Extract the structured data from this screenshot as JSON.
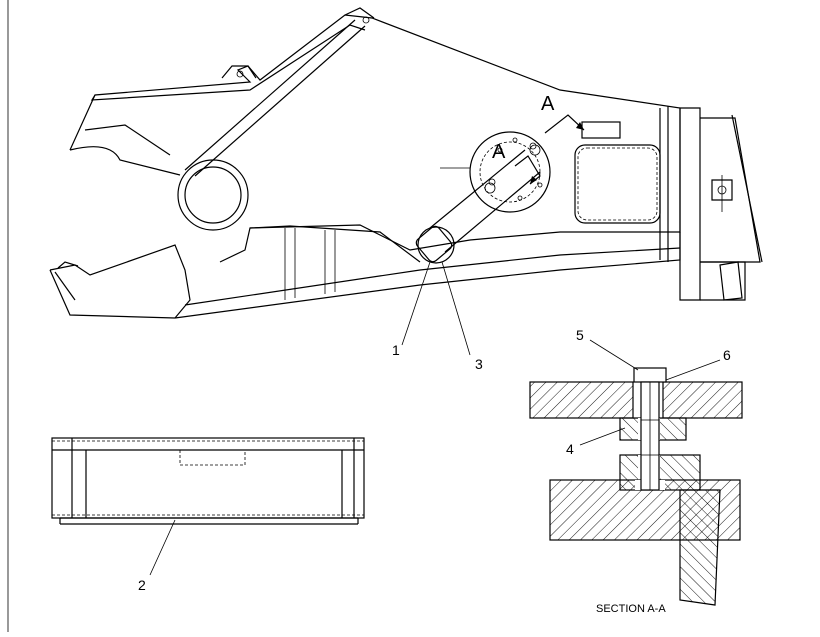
{
  "callouts": {
    "c1": "1",
    "c2": "2",
    "c3": "3",
    "c4": "4",
    "c5": "5",
    "c6": "6"
  },
  "section_marker": "A",
  "section_title": "SECTION A-A"
}
